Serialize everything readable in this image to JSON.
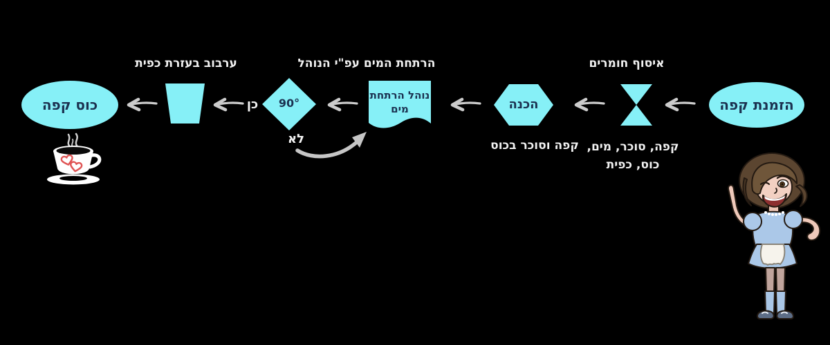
{
  "diagram": {
    "nodes": {
      "start": {
        "label": "הזמנת קפה"
      },
      "collect": {
        "title": "איסוף חומרים",
        "note_line1": "קפה, סוכר, מים,",
        "note_line2": "כוס, כפית"
      },
      "prepare": {
        "label": "הכנה",
        "note": "קפה וסוכר בכוס"
      },
      "boil": {
        "title": "הרתחת המים עפ\"י הנוהל",
        "doc_line1": "נוהל הרתחת",
        "doc_line2": "מים"
      },
      "decision": {
        "label": "90°",
        "yes_label": "כן",
        "no_label": "לא"
      },
      "mix": {
        "title": "ערבוב בעזרת כפית"
      },
      "end": {
        "label": "כוס קפה"
      }
    },
    "colors": {
      "background": "#000000",
      "shape_fill": "#86f0f7",
      "shape_text": "#1b3150",
      "label_text": "#f2f2f2",
      "arrow": "#cccccc",
      "heart_red": "#e05555"
    },
    "icons": {
      "flow_arrow": "left-arrow-icon",
      "return_arrow": "curved-return-arrow-icon",
      "coffee_cup": "coffee-cup-with-hearts-icon",
      "mascot": "cartoon-waitress-pointing"
    }
  }
}
